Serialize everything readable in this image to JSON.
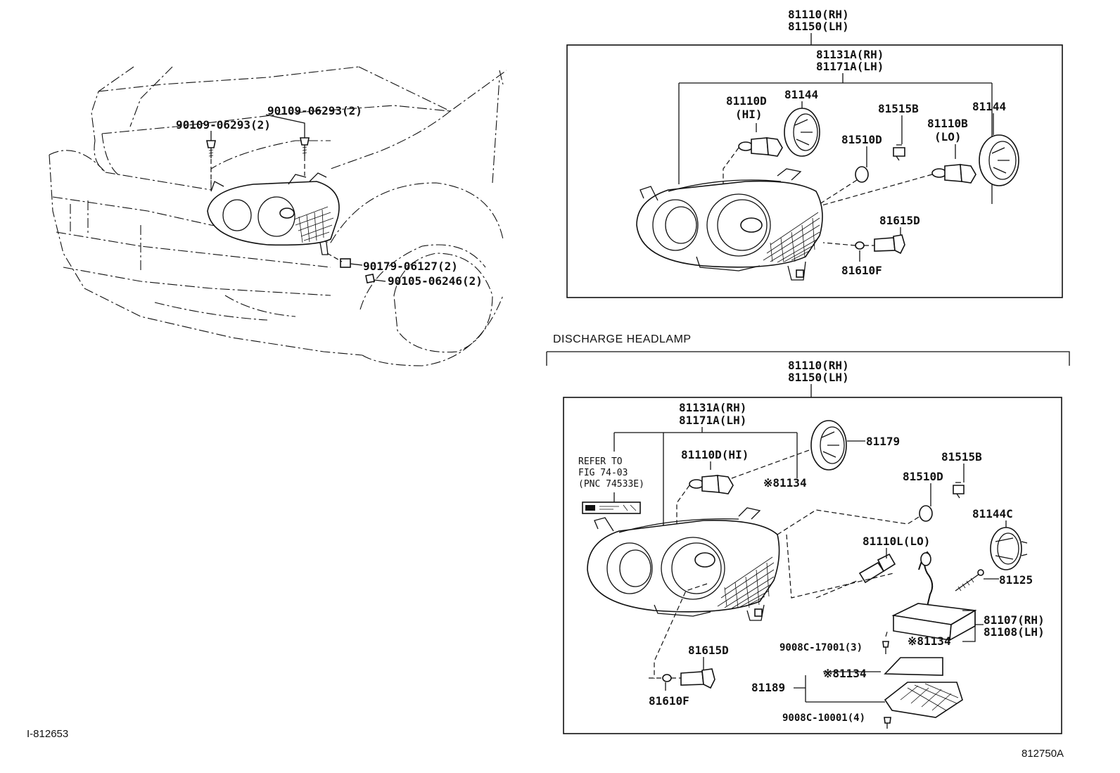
{
  "overview": {
    "labels": [
      "90109-06293(2)",
      "90109-06293(2)",
      "90179-06127(2)",
      "90105-06246(2)"
    ],
    "figure_code": "I-812653"
  },
  "panel_top": {
    "assembly": [
      "81110(RH)",
      "81150(LH)"
    ],
    "unit": [
      "81131A(RH)",
      "81171A(LH)"
    ],
    "parts": [
      "81110D",
      "(HI)",
      "81144",
      "81515B",
      "81144",
      "81510D",
      "81110B",
      "(LO)",
      "81615D",
      "81610F"
    ]
  },
  "panel_bottom": {
    "title": "DISCHARGE HEADLAMP",
    "assembly": [
      "81110(RH)",
      "81150(LH)"
    ],
    "unit": [
      "81131A(RH)",
      "81171A(LH)"
    ],
    "refer": [
      "REFER TO",
      "FIG 74-03",
      "(PNC 74533E)"
    ],
    "parts": [
      "81110D(HI)",
      "81179",
      "※81134",
      "81515B",
      "81510D",
      "81144C",
      "81110L(LO)",
      "81125",
      "81107(RH)",
      "81108(LH)",
      "9008C-17001(3)",
      "※81134",
      "81615D",
      "81610F",
      "※81134",
      "81189",
      "9008C-10001(4)"
    ]
  },
  "figure_code": "812750A"
}
